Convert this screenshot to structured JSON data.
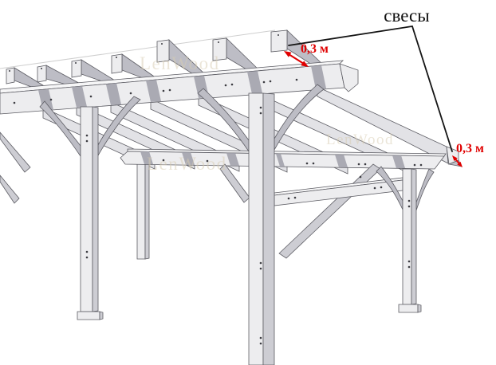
{
  "labels": {
    "overhangs": "свесы",
    "dimension_top": "0,3 м",
    "dimension_right": "0,3 м"
  },
  "colors": {
    "dimension_red": "#e00000",
    "leader_black": "#141414",
    "label_black": "#101010",
    "watermark": "#d8cdb2"
  },
  "watermark": {
    "text": "LenWood"
  },
  "drawing": {
    "description": "Pencil sketch of a wooden lean-to pergola: 7 rafters over a high front girder and a low right girder, posts with curved knee braces, annotated rafter overhangs (свесы) of 0,3 м at both ends",
    "rafter_count": 7,
    "overhang_value_m": 0.3
  }
}
